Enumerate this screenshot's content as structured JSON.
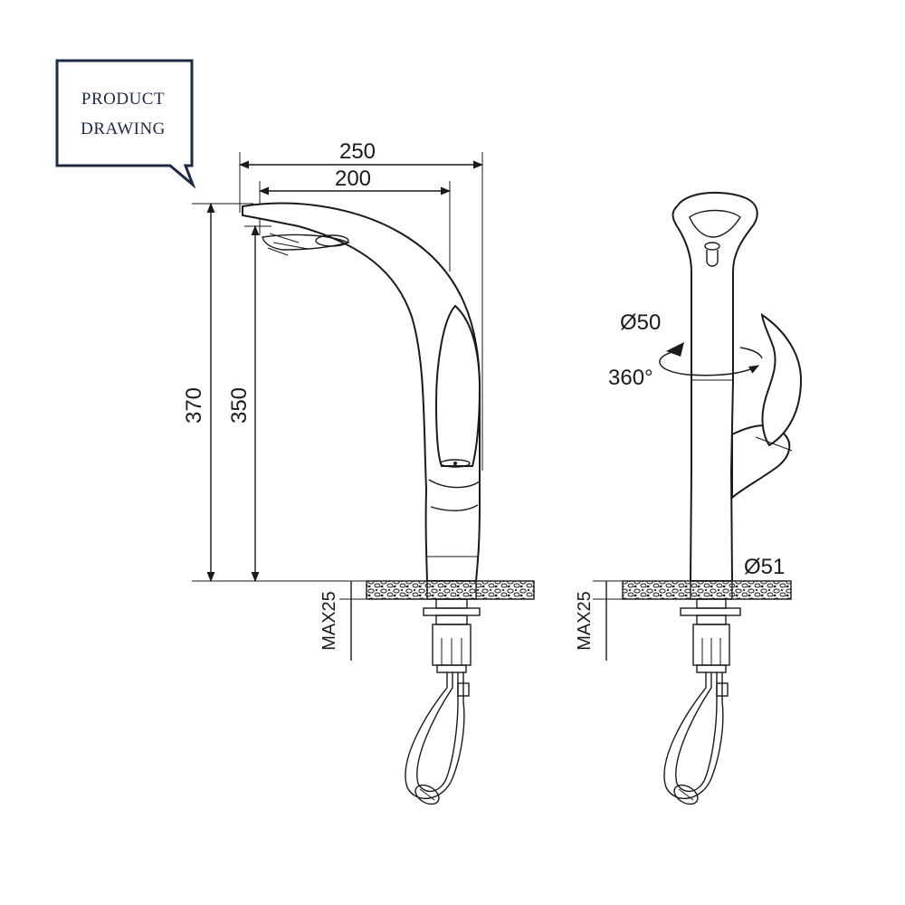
{
  "badge": {
    "line1": "PRODUCT",
    "line2": "DRAWING"
  },
  "side_view": {
    "width_total": "250",
    "width_spout": "200",
    "height_total": "370",
    "height_spout": "350",
    "max_deck": "MAX25"
  },
  "front_view": {
    "spout_diameter": "Ø50",
    "rotation": "360°",
    "base_diameter": "Ø51",
    "max_deck": "MAX25"
  },
  "colors": {
    "line": "#1a1a1a",
    "badge_border": "#1e2a44"
  }
}
